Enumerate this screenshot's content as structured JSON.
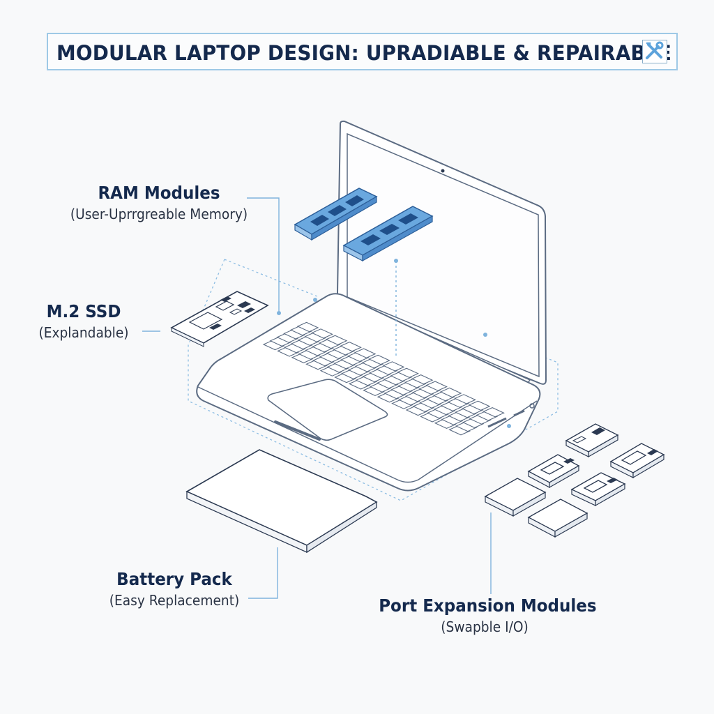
{
  "header": {
    "title": "MODULAR LAPTOP DESIGN: UPRADIABLE & REPAIRABLE",
    "icon": "tools-icon"
  },
  "callouts": {
    "ram": {
      "title": "RAM Modules",
      "subtitle": "(User-Uprrgreable Memory)"
    },
    "ssd": {
      "title": "M.2 SSD",
      "subtitle": "(Explandable)"
    },
    "battery": {
      "title": "Battery Pack",
      "subtitle": "(Easy Replacement)"
    },
    "ports": {
      "title": "Port Expansion Modules",
      "subtitle": "(Swapble I/O)"
    }
  },
  "colors": {
    "outline": "#5b6b82",
    "accent": "#4a90d9",
    "leader": "#7fb3dd",
    "ram_chip": "#1f4f8a",
    "ram_board": "#5b9bd5",
    "title_text": "#14294d"
  }
}
